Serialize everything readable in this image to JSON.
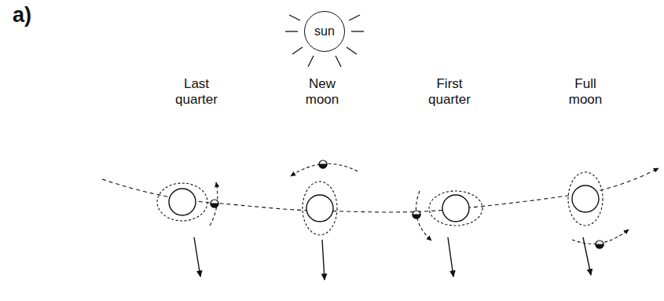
{
  "diagram": {
    "nodes": [
      {
        "text": [
          "sun"
        ]
      }
    ],
    "labels": [
      "a)",
      "Last quarter",
      "New moon",
      "First quarter",
      "Full moon"
    ]
  }
}
